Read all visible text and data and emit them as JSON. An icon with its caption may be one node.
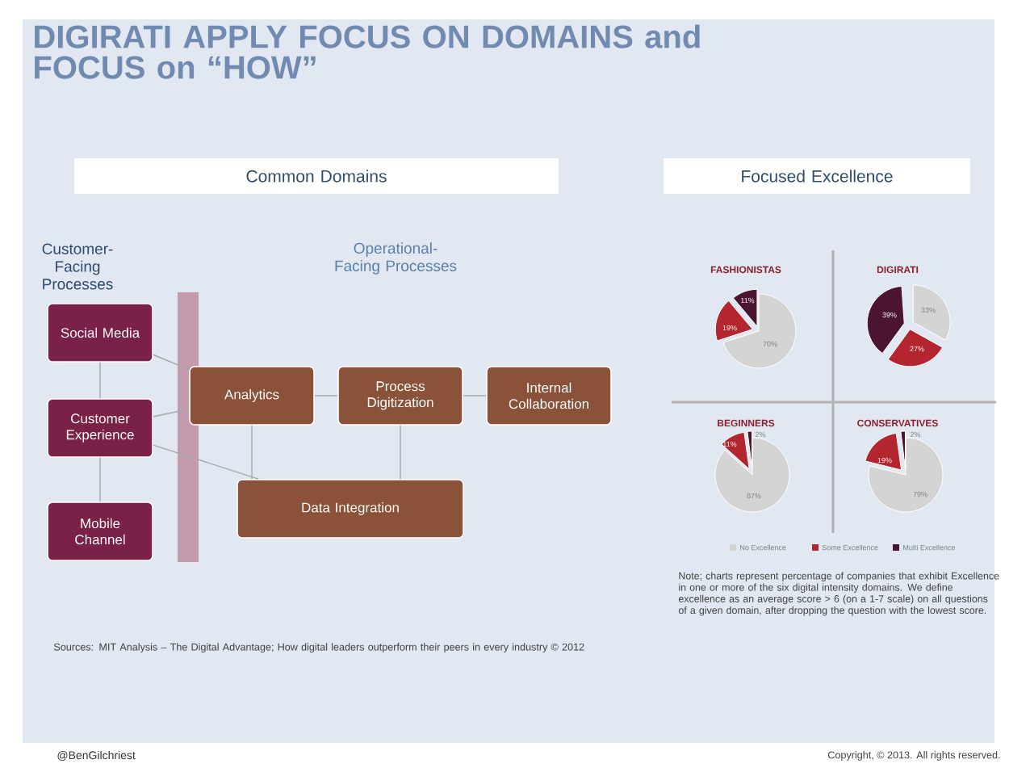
{
  "diagram": {
    "title": "DIGIRATI APPLY FOCUS ON DOMAINS and FOCUS on “HOW”",
    "nodes": [
      {
        "text": [
          "Common Domains"
        ]
      },
      {
        "text": [
          "Focused Excellence"
        ]
      },
      {
        "text": [
          "Social Media"
        ]
      },
      {
        "text": [
          "Customer Experience"
        ]
      },
      {
        "text": [
          "Mobile Channel"
        ]
      },
      {
        "text": [
          "Analytics"
        ]
      },
      {
        "text": [
          "Process Digitization"
        ]
      },
      {
        "text": [
          "Internal Collaboration"
        ]
      },
      {
        "text": [
          "Data Integration"
        ]
      }
    ],
    "edges": [
      {
        "from": 2,
        "to": 3,
        "arrow": "none"
      },
      {
        "from": 3,
        "to": 4,
        "arrow": "none"
      },
      {
        "from": 2,
        "to": 5,
        "arrow": "none"
      },
      {
        "from": 3,
        "to": 5,
        "arrow": "none"
      },
      {
        "from": 3,
        "to": 8,
        "arrow": "none"
      },
      {
        "from": 5,
        "to": 6,
        "arrow": "none"
      },
      {
        "from": 6,
        "to": 7,
        "arrow": "none"
      },
      {
        "from": 5,
        "to": 8,
        "arrow": "none"
      },
      {
        "from": 6,
        "to": 8,
        "arrow": "none"
      }
    ],
    "labels": [
      "Customer-Facing Processes",
      "Operational-Facing Processes",
      "FASHIONISTAS",
      "DIGIRATI",
      "11%",
      "19%",
      "70%",
      "39%",
      "33%",
      "27%",
      "BEGINNERS",
      "CONSERVATIVES",
      "11%",
      "2%",
      "87%",
      "19%",
      "2%",
      "79%",
      "Note; charts represent percentage of companies that exhibit Excellence in one or more of the six digital intensity domains. We define excellence as an average score > 6 (on a 1-7 scale) on all questions of a given domain, after dropping the question with the lowest score.",
      "Sources: MIT Analysis – The Digital Advantage; How digital leaders outperform their peers in every industry © 2012",
      "@BenGilchriest",
      "Copyright, © 2013. All rights reserved."
    ],
    "legend": [
      {
        "text": "No Excellence",
        "color": "#d4d4d4"
      },
      {
        "text": "Some Excellence",
        "color": "#b3262f"
      },
      {
        "text": "Multi Excellence",
        "color": "#4b1430"
      }
    ]
  }
}
